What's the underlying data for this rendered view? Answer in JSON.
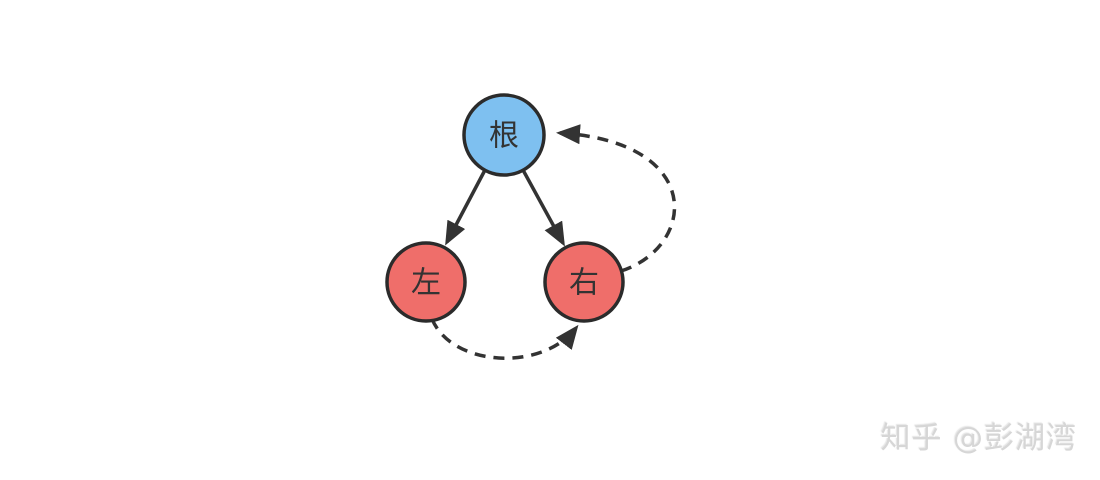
{
  "diagram": {
    "nodes": {
      "root": {
        "label": "根"
      },
      "left": {
        "label": "左"
      },
      "right": {
        "label": "右"
      }
    },
    "edges": {
      "root_to_left": "solid-arrow",
      "root_to_right": "solid-arrow",
      "left_to_right": "dashed-arrow",
      "right_to_root": "dashed-arrow"
    }
  },
  "watermark": {
    "text": "知乎 @彭湖湾"
  },
  "colors": {
    "background": "#ffffff",
    "root_fill": "#7ec0f0",
    "child_fill": "#ef6e6a",
    "node_stroke": "#2b2b2b",
    "edge_color": "#333333",
    "label_color": "#333333",
    "watermark_color": "#d6d6d6"
  }
}
